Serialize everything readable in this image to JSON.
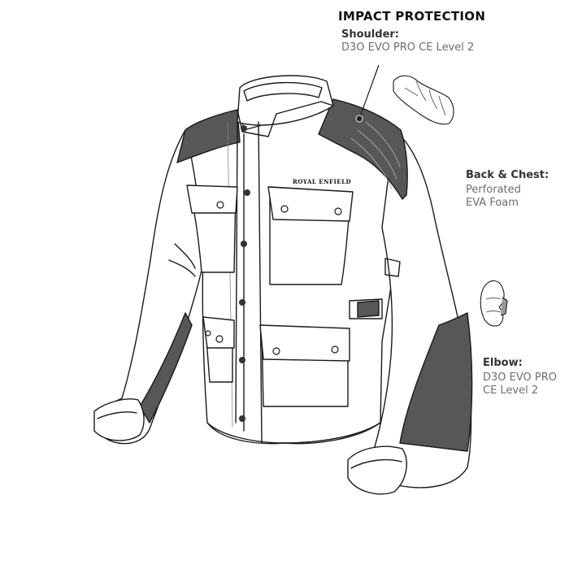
{
  "heading": "IMPACT PROTECTION",
  "brand_logo_text": "Royal Enfield",
  "callouts": {
    "shoulder": {
      "label": "Shoulder:",
      "lines": [
        "D3O EVO PRO CE Level 2"
      ]
    },
    "back_chest": {
      "label": "Back & Chest:",
      "lines": [
        "Perforated",
        "EVA Foam"
      ]
    },
    "elbow": {
      "label": "Elbow:",
      "lines": [
        "D3O EVO PRO",
        "CE Level 2"
      ]
    }
  },
  "colors": {
    "outline": "#1a1a1a",
    "panel_dark": "#575757",
    "fill": "#ffffff",
    "label_grey": "#6e6e6e"
  }
}
